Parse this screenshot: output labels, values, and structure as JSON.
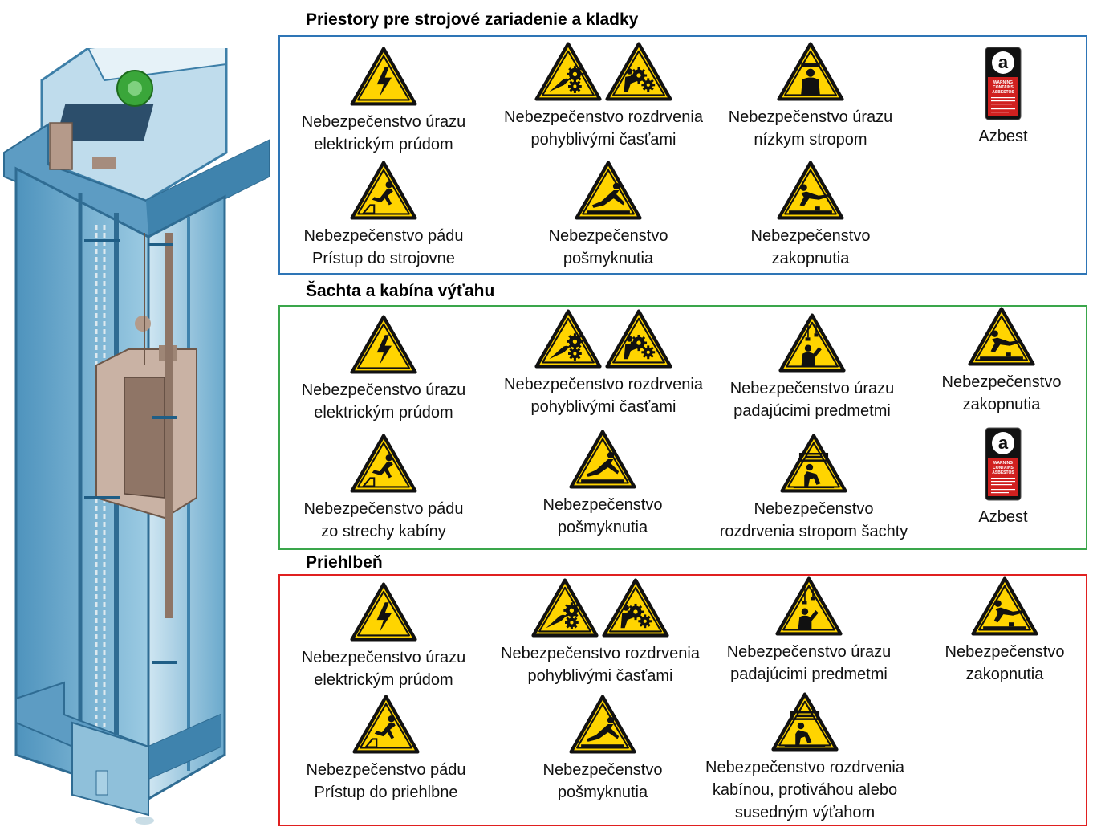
{
  "sections": [
    {
      "title": "Priestory pre strojové zariadenie a kladky",
      "color": "#2e75b6",
      "hazards": [
        {
          "lines": [
            "Nebezpečenstvo úrazu",
            "elektrickým prúdom"
          ],
          "icons": [
            "electric-shock-icon"
          ]
        },
        {
          "lines": [
            "Nebezpečenstvo rozdrvenia",
            "pohyblivými časťami"
          ],
          "icons": [
            "crush-hand-gears-icon",
            "crush-body-gears-icon"
          ]
        },
        {
          "lines": [
            "Nebezpečenstvo úrazu",
            "nízkym stropom"
          ],
          "icons": [
            "low-ceiling-icon"
          ]
        },
        {
          "lines": [
            "Azbest"
          ],
          "icons": [
            "asbestos-label-icon"
          ]
        },
        {
          "lines": [
            "Nebezpečenstvo pádu",
            "Prístup do strojovne"
          ],
          "icons": [
            "fall-icon"
          ]
        },
        {
          "lines": [
            "Nebezpečenstvo",
            "pošmyknutia"
          ],
          "icons": [
            "slip-icon"
          ]
        },
        {
          "lines": [
            "Nebezpečenstvo",
            "zakopnutia"
          ],
          "icons": [
            "trip-icon"
          ]
        }
      ]
    },
    {
      "title": "Šachta a kabína výťahu",
      "color": "#3aa64b",
      "hazards": [
        {
          "lines": [
            "Nebezpečenstvo úrazu",
            "elektrickým prúdom"
          ],
          "icons": [
            "electric-shock-icon"
          ]
        },
        {
          "lines": [
            "Nebezpečenstvo rozdrvenia",
            "pohyblivými časťami"
          ],
          "icons": [
            "crush-hand-gears-icon",
            "crush-body-gears-icon"
          ]
        },
        {
          "lines": [
            "Nebezpečenstvo úrazu",
            "padajúcimi predmetmi"
          ],
          "icons": [
            "falling-objects-icon"
          ]
        },
        {
          "lines": [
            "Nebezpečenstvo",
            "zakopnutia"
          ],
          "icons": [
            "trip-icon"
          ]
        },
        {
          "lines": [
            "Nebezpečenstvo pádu",
            "zo strechy kabíny"
          ],
          "icons": [
            "fall-icon"
          ]
        },
        {
          "lines": [
            "Nebezpečenstvo",
            "pošmyknutia"
          ],
          "icons": [
            "slip-icon"
          ]
        },
        {
          "lines": [
            "Nebezpečenstvo",
            "rozdrvenia stropom šachty"
          ],
          "icons": [
            "crush-overhead-icon"
          ]
        },
        {
          "lines": [
            "Azbest"
          ],
          "icons": [
            "asbestos-label-icon"
          ]
        }
      ]
    },
    {
      "title": "Priehlbeň",
      "color": "#e02020",
      "hazards": [
        {
          "lines": [
            "Nebezpečenstvo úrazu",
            "elektrickým prúdom"
          ],
          "icons": [
            "electric-shock-icon"
          ]
        },
        {
          "lines": [
            "Nebezpečenstvo rozdrvenia",
            "pohyblivými časťami"
          ],
          "icons": [
            "crush-hand-gears-icon",
            "crush-body-gears-icon"
          ]
        },
        {
          "lines": [
            "Nebezpečenstvo úrazu",
            "padajúcimi predmetmi"
          ],
          "icons": [
            "falling-objects-icon"
          ]
        },
        {
          "lines": [
            "Nebezpečenstvo",
            "zakopnutia"
          ],
          "icons": [
            "trip-icon"
          ]
        },
        {
          "lines": [
            "Nebezpečenstvo pádu",
            "Prístup do priehlbne"
          ],
          "icons": [
            "fall-icon"
          ]
        },
        {
          "lines": [
            "Nebezpečenstvo",
            "pošmyknutia"
          ],
          "icons": [
            "slip-icon"
          ]
        },
        {
          "lines": [
            "Nebezpečenstvo rozdrvenia",
            "kabínou, protiváhou alebo",
            "susedným výťahom"
          ],
          "icons": [
            "crush-overhead-icon"
          ]
        }
      ]
    }
  ],
  "asbestos_label": {
    "letter": "a",
    "lines": [
      "WARNING",
      "CONTAINS",
      "ASBESTOS"
    ]
  },
  "colors": {
    "warning_yellow": "#ffd400",
    "sign_black": "#111111",
    "shaft_blue": "#4a8fb8",
    "asbestos_red": "#d0201f"
  }
}
